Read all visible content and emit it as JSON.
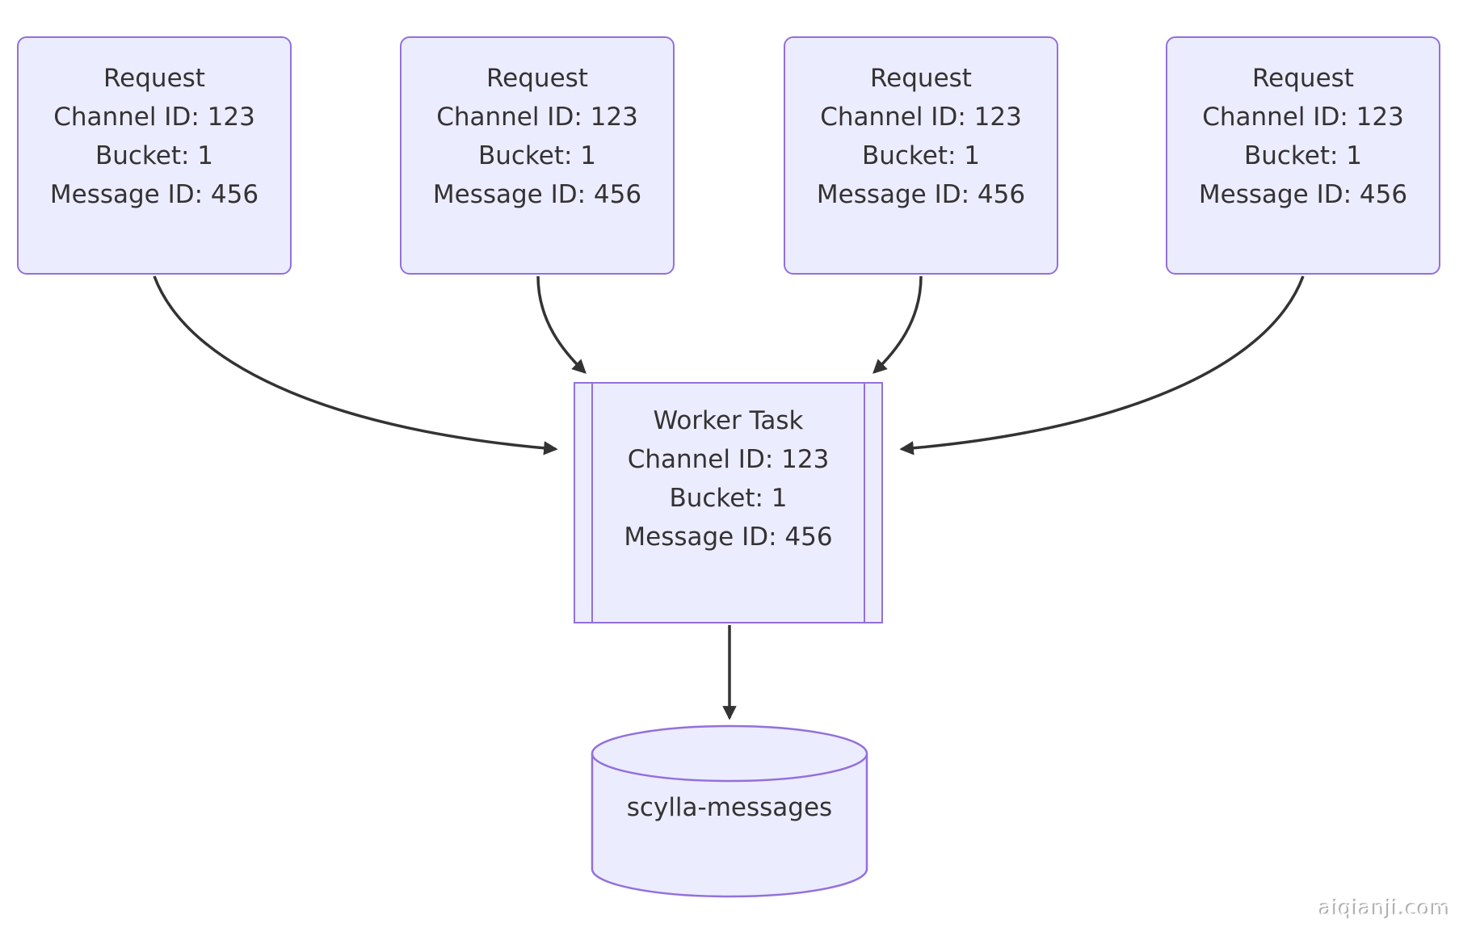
{
  "diagram": {
    "requests": [
      {
        "title": "Request",
        "line1": "Channel ID: 123",
        "line2": "Bucket: 1",
        "line3": "Message ID: 456"
      },
      {
        "title": "Request",
        "line1": "Channel ID: 123",
        "line2": "Bucket: 1",
        "line3": "Message ID: 456"
      },
      {
        "title": "Request",
        "line1": "Channel ID: 123",
        "line2": "Bucket: 1",
        "line3": "Message ID: 456"
      },
      {
        "title": "Request",
        "line1": "Channel ID: 123",
        "line2": "Bucket: 1",
        "line3": "Message ID: 456"
      }
    ],
    "worker": {
      "title": "Worker Task",
      "line1": "Channel ID: 123",
      "line2": "Bucket: 1",
      "line3": "Message ID: 456"
    },
    "database": {
      "label": "scylla-messages"
    },
    "colors": {
      "node_fill": "#ECECFF",
      "node_border": "#9370DB",
      "text": "#333333",
      "arrow": "#333333",
      "background": "#ffffff"
    }
  },
  "watermark": "aiqianji.com"
}
